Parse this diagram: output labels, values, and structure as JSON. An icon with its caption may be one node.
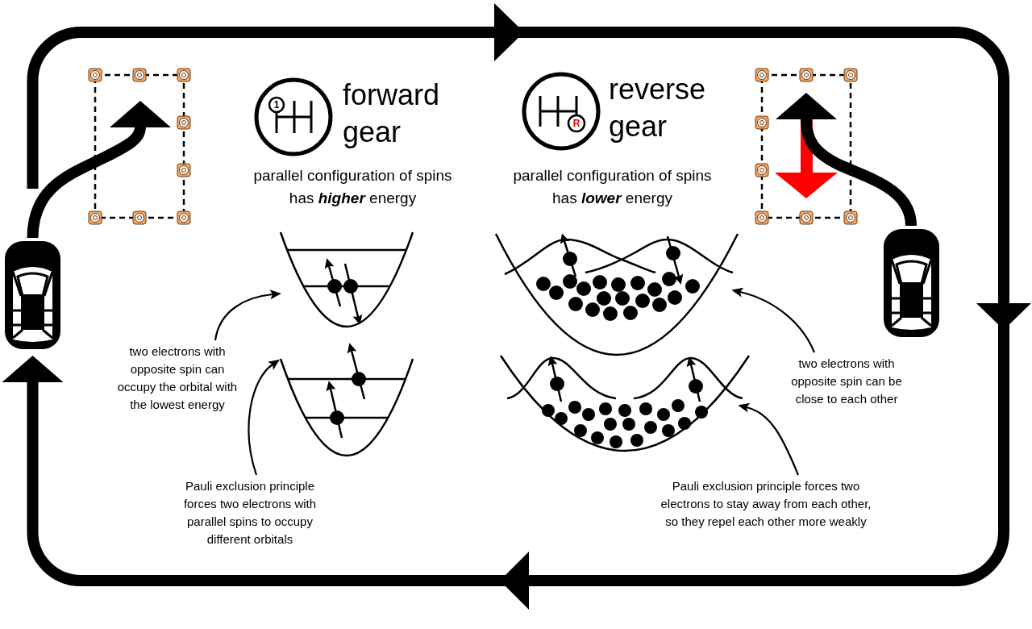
{
  "diagram": {
    "nodes": [
      {
        "text": [],
        "shape": "picture"
      },
      {
        "text": [],
        "shape": "picture"
      },
      {
        "text": [],
        "shape": "picture"
      },
      {
        "text": [],
        "shape": "picture"
      },
      {
        "text": [
          "two electrons with opposite spin can occupy the orbital with the lowest energy"
        ]
      },
      {
        "text": [],
        "shape": "picture"
      },
      {
        "text": [],
        "shape": "picture"
      },
      {
        "text": [
          "two electrons with opposite spin can be close to each other"
        ]
      },
      {
        "text": [
          "Pauli exclusion principle forces two electrons with parallel spins to occupy different orbitals"
        ]
      },
      {
        "text": [
          "Pauli exclusion principle forces two electrons to stay away from each other, so they repel each other more weakly"
        ]
      }
    ],
    "edges": [
      {
        "from": null,
        "to": 0,
        "arrow": "to",
        "style": "thick"
      },
      {
        "from": 0,
        "to": null,
        "arrow": "to",
        "style": "thick"
      },
      {
        "from": 1,
        "to": null,
        "arrow": "to",
        "style": "thick"
      },
      {
        "from": 4,
        "to": 2,
        "arrow": "to"
      },
      {
        "from": 8,
        "to": 5,
        "arrow": "to"
      },
      {
        "from": 7,
        "to": 3,
        "arrow": "to"
      },
      {
        "from": 9,
        "to": 6,
        "arrow": "to"
      }
    ],
    "labels": [
      "forward gear",
      "1",
      "parallel configuration of spins has **higher** energy",
      "reverse gear",
      "R",
      "parallel configuration of spins has **lower** energy"
    ]
  }
}
